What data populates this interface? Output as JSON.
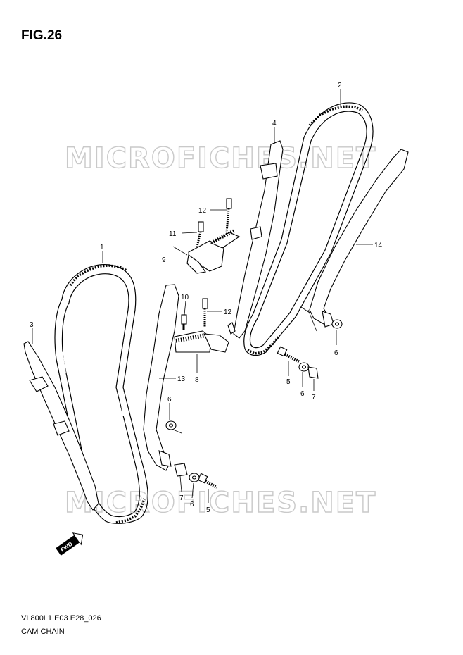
{
  "figure_title": "FIG.26",
  "model_code": "VL800L1 E03 E28_026",
  "caption": "CAM CHAIN",
  "watermark": "MICROFICHES.NET",
  "fwd_label": "FWD",
  "callouts": {
    "c1": "1",
    "c2": "2",
    "c3": "3",
    "c4": "4",
    "c5a": "5",
    "c5b": "5",
    "c6a": "6",
    "c6b": "6",
    "c6c": "6",
    "c6d": "6",
    "c7a": "7",
    "c7b": "7",
    "c8": "8",
    "c9": "9",
    "c10": "10",
    "c11": "11",
    "c12a": "12",
    "c12b": "12",
    "c13": "13",
    "c14": "14"
  }
}
